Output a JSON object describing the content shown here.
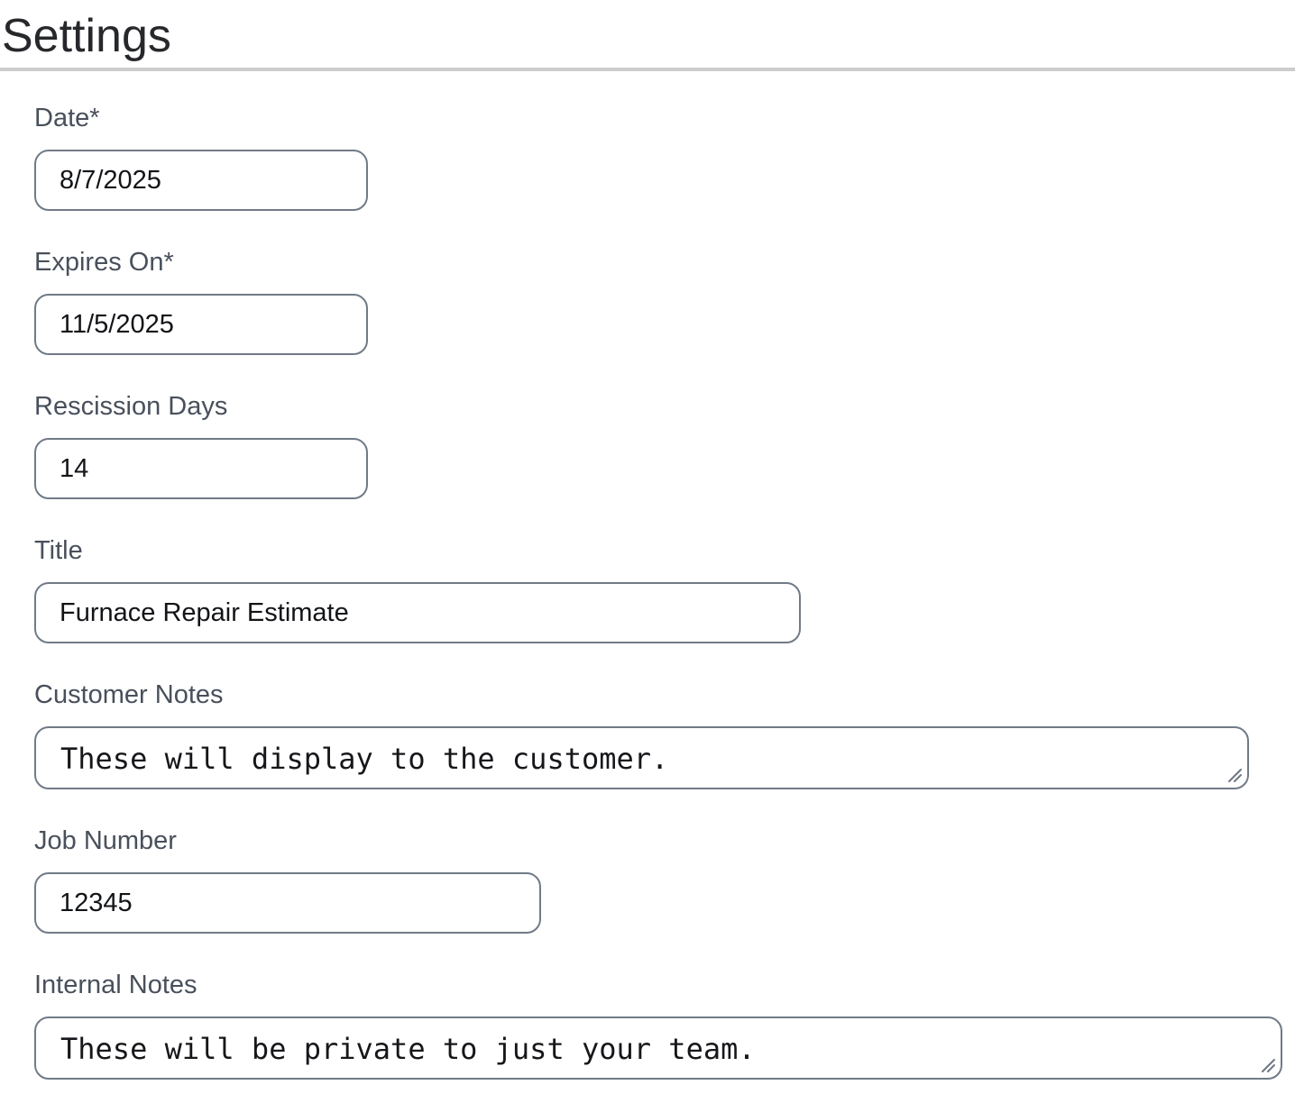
{
  "page_title": "Settings",
  "colors": {
    "heading": "#27282b",
    "divider": "#cccccc",
    "label": "#49505c",
    "input_border": "#717a87",
    "input_text": "#121417"
  },
  "form": {
    "date": {
      "label": "Date*",
      "value": "8/7/2025"
    },
    "expires_on": {
      "label": "Expires On*",
      "value": "11/5/2025"
    },
    "rescission_days": {
      "label": "Rescission Days",
      "value": "14"
    },
    "title": {
      "label": "Title",
      "value": "Furnace Repair Estimate"
    },
    "customer_notes": {
      "label": "Customer Notes",
      "value": "These will display to the customer."
    },
    "job_number": {
      "label": "Job Number",
      "value": "12345"
    },
    "internal_notes": {
      "label": "Internal Notes",
      "value": "These will be private to just your team."
    }
  }
}
